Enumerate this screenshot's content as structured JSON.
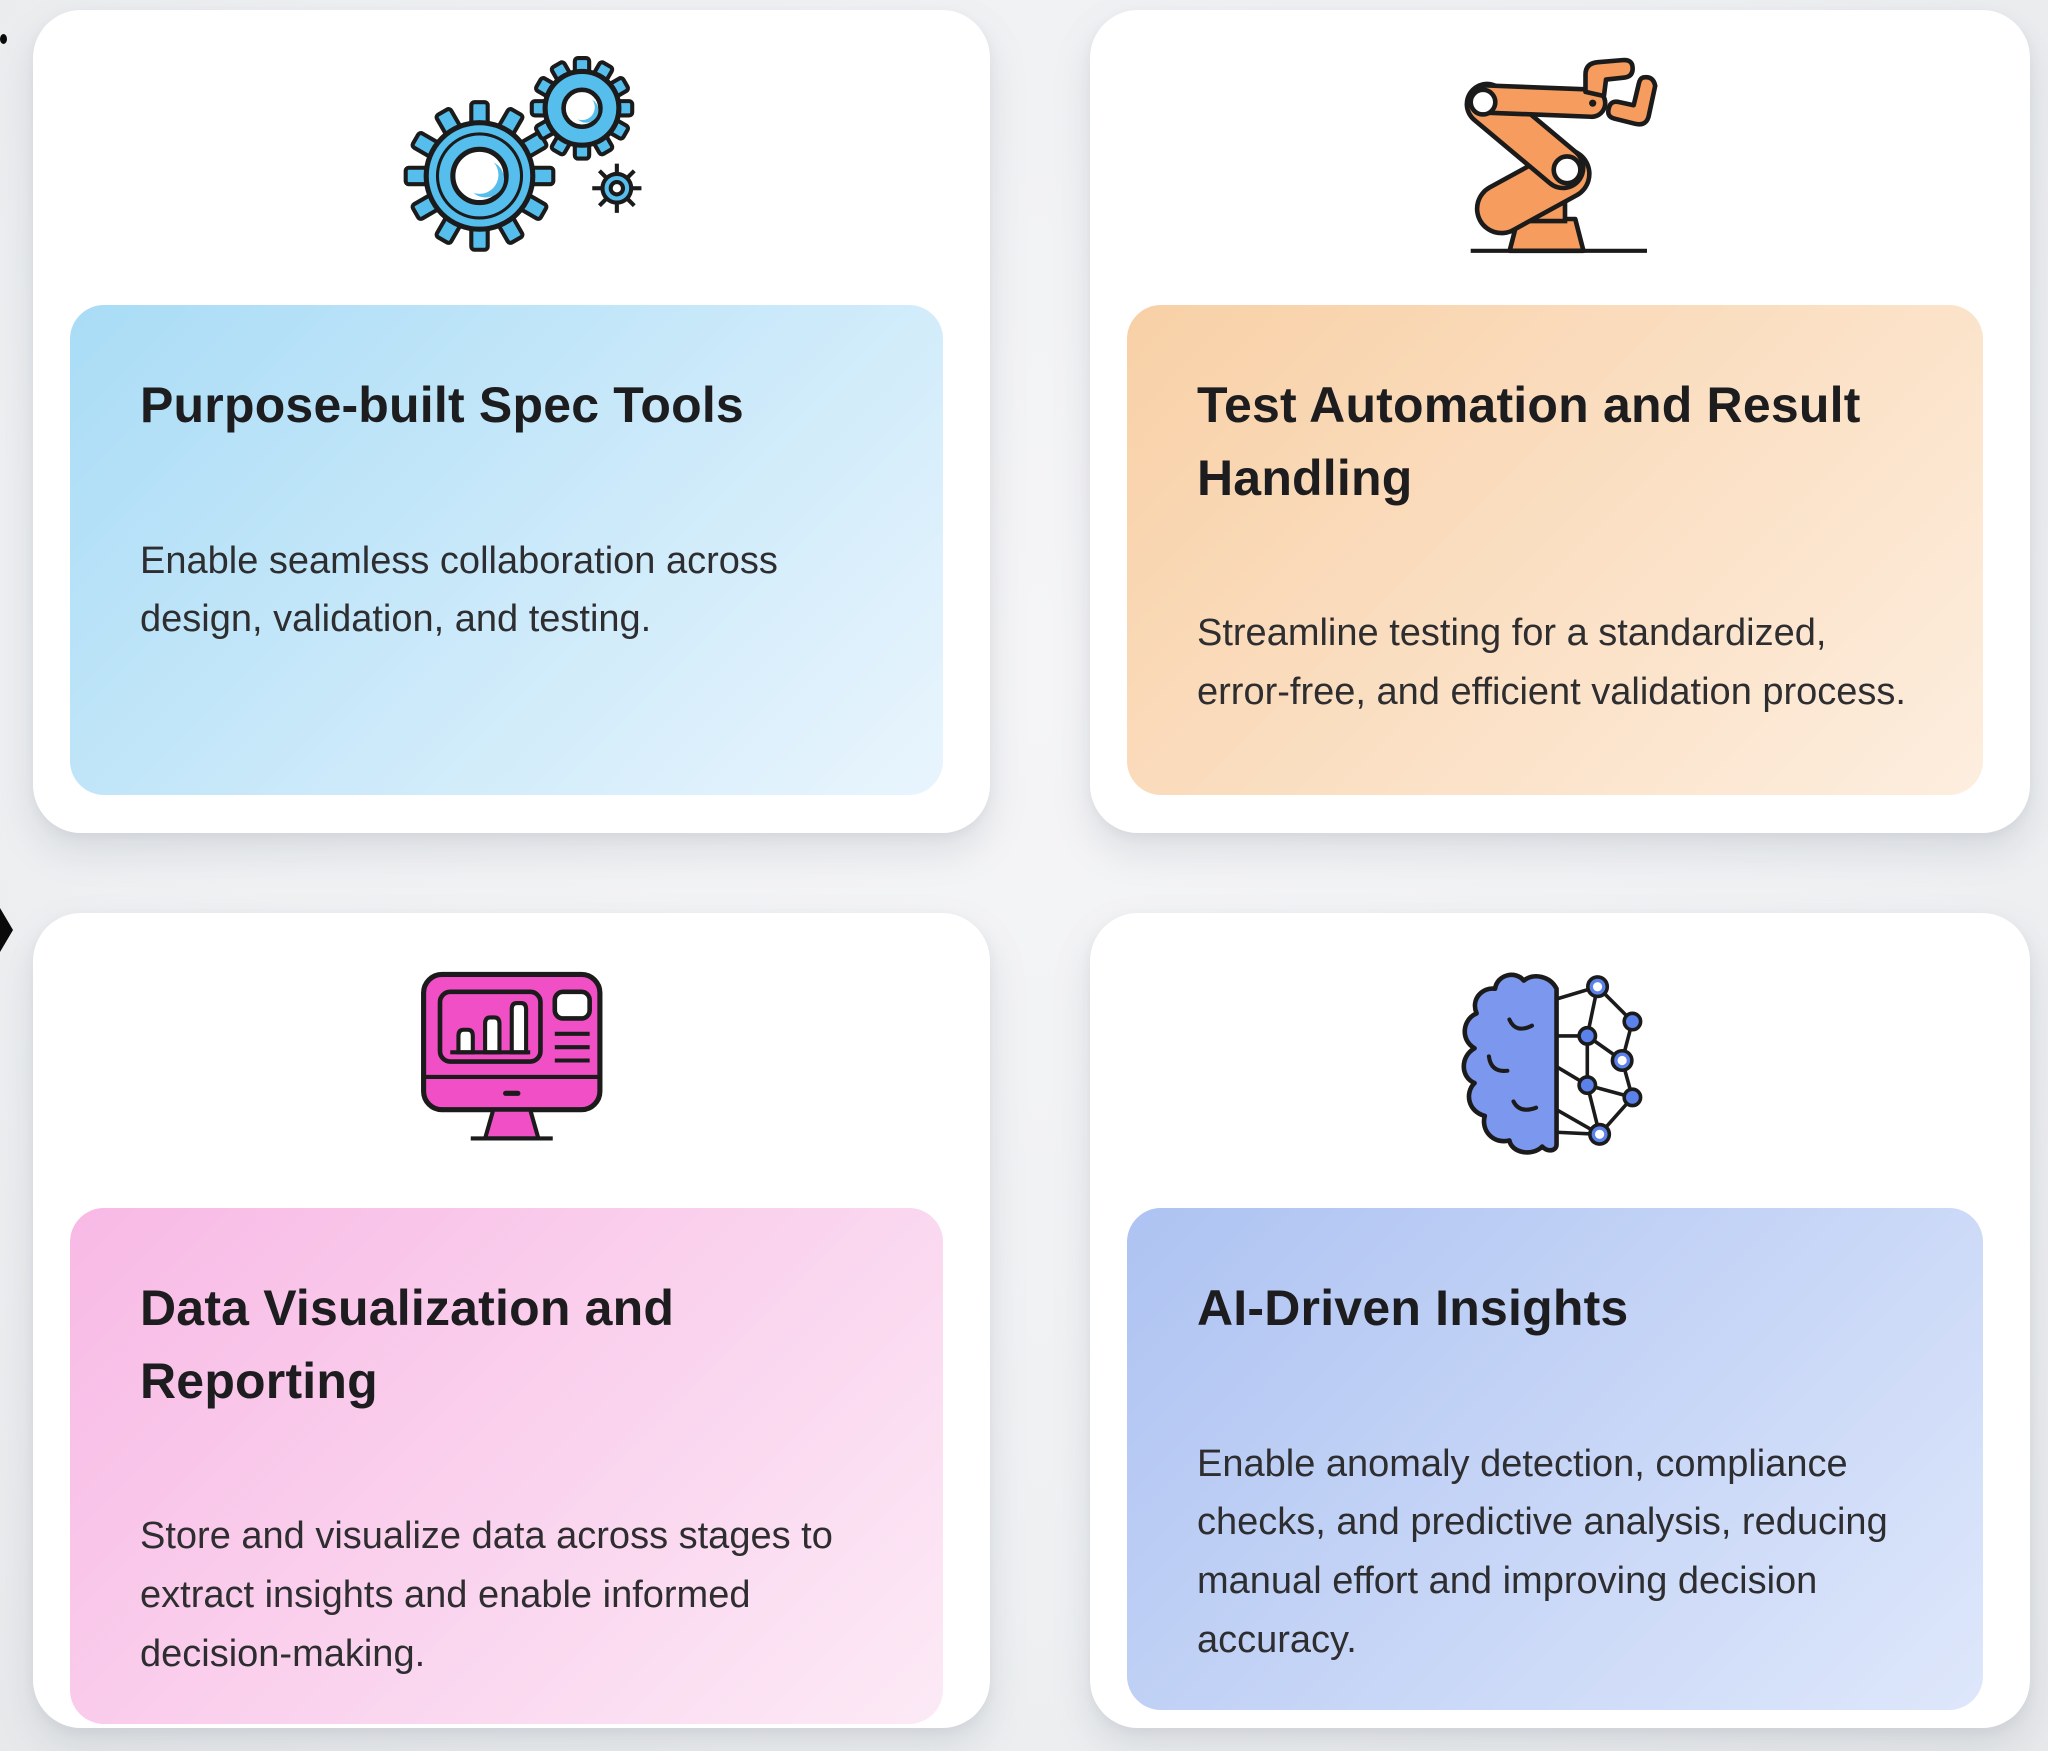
{
  "page": {
    "background": "#eef0f2",
    "card_background": "#ffffff",
    "title_color": "#1d1d1f",
    "description_color": "#2e2e31"
  },
  "cards": [
    {
      "icon": "gears-icon",
      "title": "Purpose-built Spec Tools",
      "description": "Enable seamless collaboration across design, validation, and testing.",
      "accent": "#56BEEC",
      "accent2": "#9BD9F5",
      "gradient_from": "#A9DCF6",
      "gradient_to": "#E9F5FD"
    },
    {
      "icon": "robot-arm-icon",
      "title": "Test Automation and Result Handling",
      "description": "Streamline testing for a standardized, error-free, and efficient validation process.",
      "accent": "#F59C5E",
      "accent2": "#F59C5E",
      "gradient_from": "#F8D0A6",
      "gradient_to": "#FDEEDF"
    },
    {
      "icon": "monitor-chart-icon",
      "title": "Data Visualization and Reporting",
      "description": "Store and visualize data across stages to extract insights and enable informed decision-making.",
      "accent": "#F14FC6",
      "accent2": "#F14FC6",
      "gradient_from": "#F8B9E5",
      "gradient_to": "#FCEAF6"
    },
    {
      "icon": "brain-network-icon",
      "title": "AI-Driven Insights",
      "description": "Enable anomaly detection, compliance checks, and predictive analysis, reducing manual effort and improving decision accuracy.",
      "accent": "#7B97EE",
      "accent2": "#5B82EA",
      "gradient_from": "#AEC3F2",
      "gradient_to": "#DEE7FB"
    }
  ]
}
